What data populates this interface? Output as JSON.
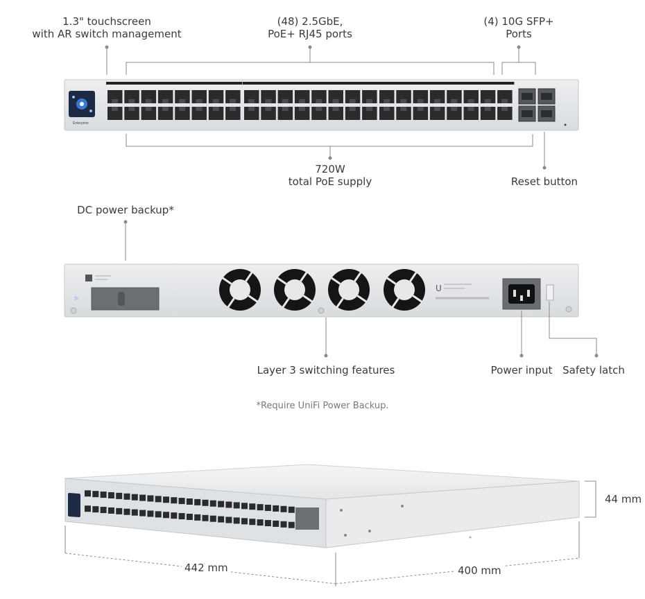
{
  "front": {
    "touchscreen_label_1": "1.3\" touchscreen",
    "touchscreen_label_2": "with AR switch management",
    "rj45_label_1": "(48) 2.5GbE,",
    "rj45_label_2": "PoE+ RJ45 ports",
    "sfp_label_1": "(4) 10G SFP+",
    "sfp_label_2": "Ports",
    "poe_label_1": "720W",
    "poe_label_2": "total PoE supply",
    "reset_label": "Reset button",
    "brand_text": "Enterprise"
  },
  "rear": {
    "dc_backup_label": "DC power backup*",
    "layer3_label": "Layer 3 switching features",
    "power_input_label": "Power input",
    "safety_latch_label": "Safety latch"
  },
  "footnote": "*Require UniFi Power Backup.",
  "dimensions": {
    "height": "44 mm",
    "width": "442 mm",
    "depth": "400 mm"
  }
}
